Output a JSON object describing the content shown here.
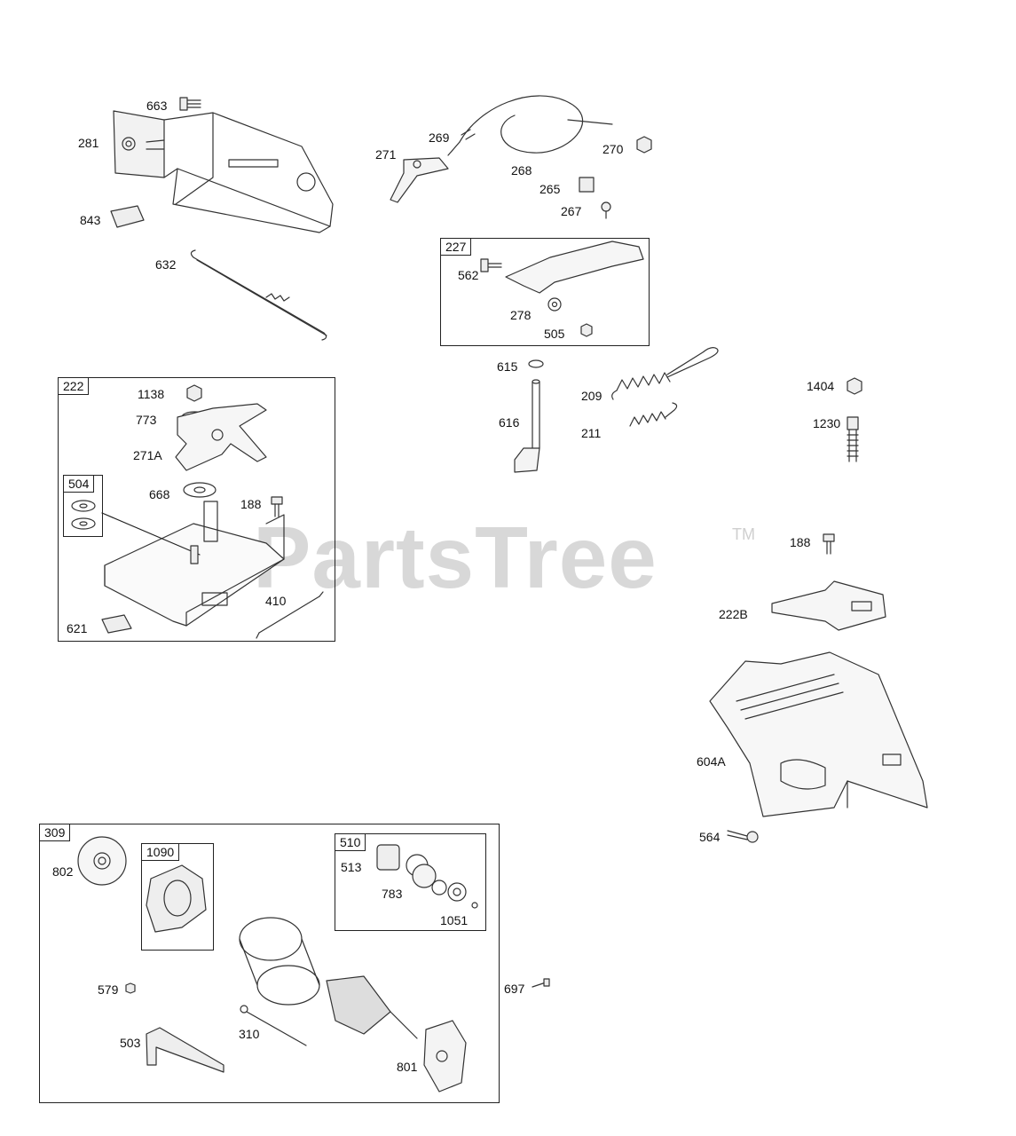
{
  "watermark": {
    "text": "PartsTree",
    "trademark": "TM"
  },
  "groups": {
    "g222": "222",
    "g227": "227",
    "g504": "504",
    "g309": "309",
    "g1090": "1090",
    "g510": "510"
  },
  "labels": {
    "p663": "663",
    "p281": "281",
    "p843": "843",
    "p632": "632",
    "p269": "269",
    "p271": "271",
    "p268": "268",
    "p270": "270",
    "p265": "265",
    "p267": "267",
    "p562": "562",
    "p278": "278",
    "p505": "505",
    "p615": "615",
    "p616": "616",
    "p209": "209",
    "p211": "211",
    "p1404": "1404",
    "p1230": "1230",
    "p1138": "1138",
    "p773": "773",
    "p271A": "271A",
    "p668": "668",
    "p188a": "188",
    "p410": "410",
    "p621": "621",
    "p188b": "188",
    "p222B": "222B",
    "p604A": "604A",
    "p564": "564",
    "p802": "802",
    "p513": "513",
    "p783": "783",
    "p1051": "1051",
    "p579": "579",
    "p697": "697",
    "p310": "310",
    "p503": "503",
    "p801": "801"
  }
}
